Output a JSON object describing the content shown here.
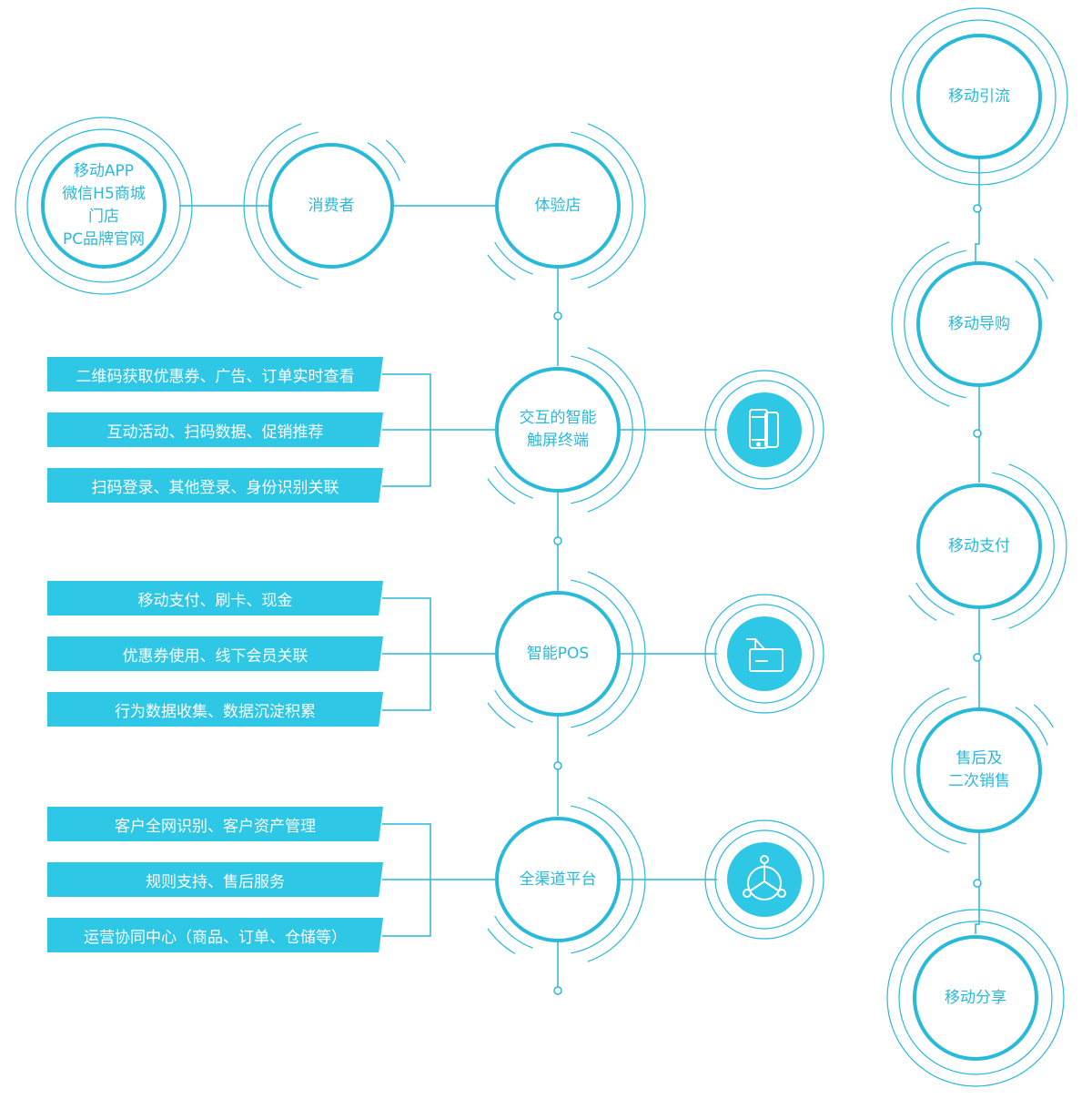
{
  "colors": {
    "accent": "#2ec7e6",
    "ring": "#29b9d9",
    "text_on_bar": "#ffffff"
  },
  "top_row": [
    {
      "id": "channels",
      "lines": [
        "移动APP",
        "微信H5商城",
        "门店",
        "PC品牌官网"
      ]
    },
    {
      "id": "consumer",
      "lines": [
        "消费者"
      ]
    },
    {
      "id": "store",
      "lines": [
        "体验店"
      ]
    }
  ],
  "center_column": [
    {
      "id": "terminal",
      "lines": [
        "交互的智能",
        "触屏终端"
      ],
      "icon": "smartphone-icon",
      "features": [
        "二维码获取优惠券、广告、订单实时查看",
        "互动活动、扫码数据、促销推荐",
        "扫码登录、其他登录、身份识别关联"
      ]
    },
    {
      "id": "pos",
      "lines": [
        "智能POS"
      ],
      "icon": "card-payment-icon",
      "features": [
        "移动支付、刷卡、现金",
        "优惠券使用、线下会员关联",
        "行为数据收集、数据沉淀积累"
      ]
    },
    {
      "id": "omni",
      "lines": [
        "全渠道平台"
      ],
      "icon": "network-hub-icon",
      "features": [
        "客户全网识别、客户资产管理",
        "规则支持、售后服务",
        "运营协同中心（商品、订单、仓储等）"
      ]
    }
  ],
  "right_column": [
    {
      "id": "traffic",
      "lines": [
        "移动引流"
      ]
    },
    {
      "id": "guide",
      "lines": [
        "移动导购"
      ]
    },
    {
      "id": "payment",
      "lines": [
        "移动支付"
      ]
    },
    {
      "id": "after_sales",
      "lines": [
        "售后及",
        "二次销售"
      ]
    },
    {
      "id": "share",
      "lines": [
        "移动分享"
      ]
    }
  ]
}
